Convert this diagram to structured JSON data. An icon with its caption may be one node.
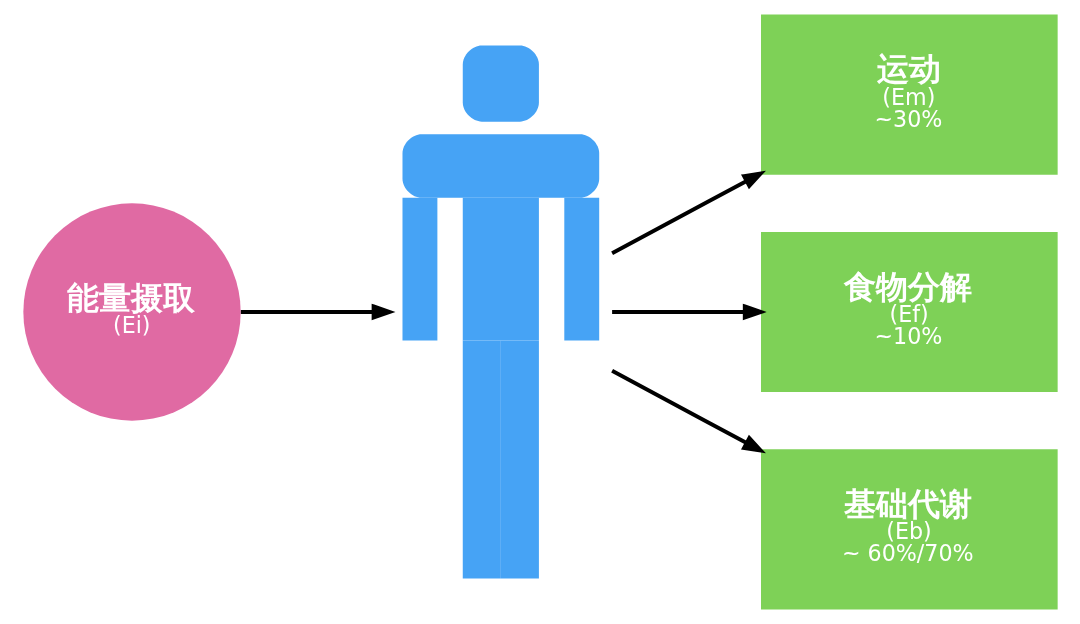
{
  "diagram": {
    "nodes": [
      {
        "text": [
          "能量摄取",
          "(Ei)"
        ]
      },
      {
        "text": [],
        "shape": "person"
      },
      {
        "text": [
          "运动",
          "(Em)",
          "~30%"
        ]
      },
      {
        "text": [
          "食物分解",
          "(Ef)",
          "~10%"
        ]
      },
      {
        "text": [
          "基础代谢",
          "(Eb)",
          "~ 60%/70%"
        ]
      }
    ],
    "edges": [
      {
        "from": 0,
        "to": 1,
        "arrow": "to"
      },
      {
        "from": 1,
        "to": 2,
        "arrow": "to"
      },
      {
        "from": 1,
        "to": 3,
        "arrow": "to"
      },
      {
        "from": 1,
        "to": 4,
        "arrow": "to"
      }
    ]
  }
}
